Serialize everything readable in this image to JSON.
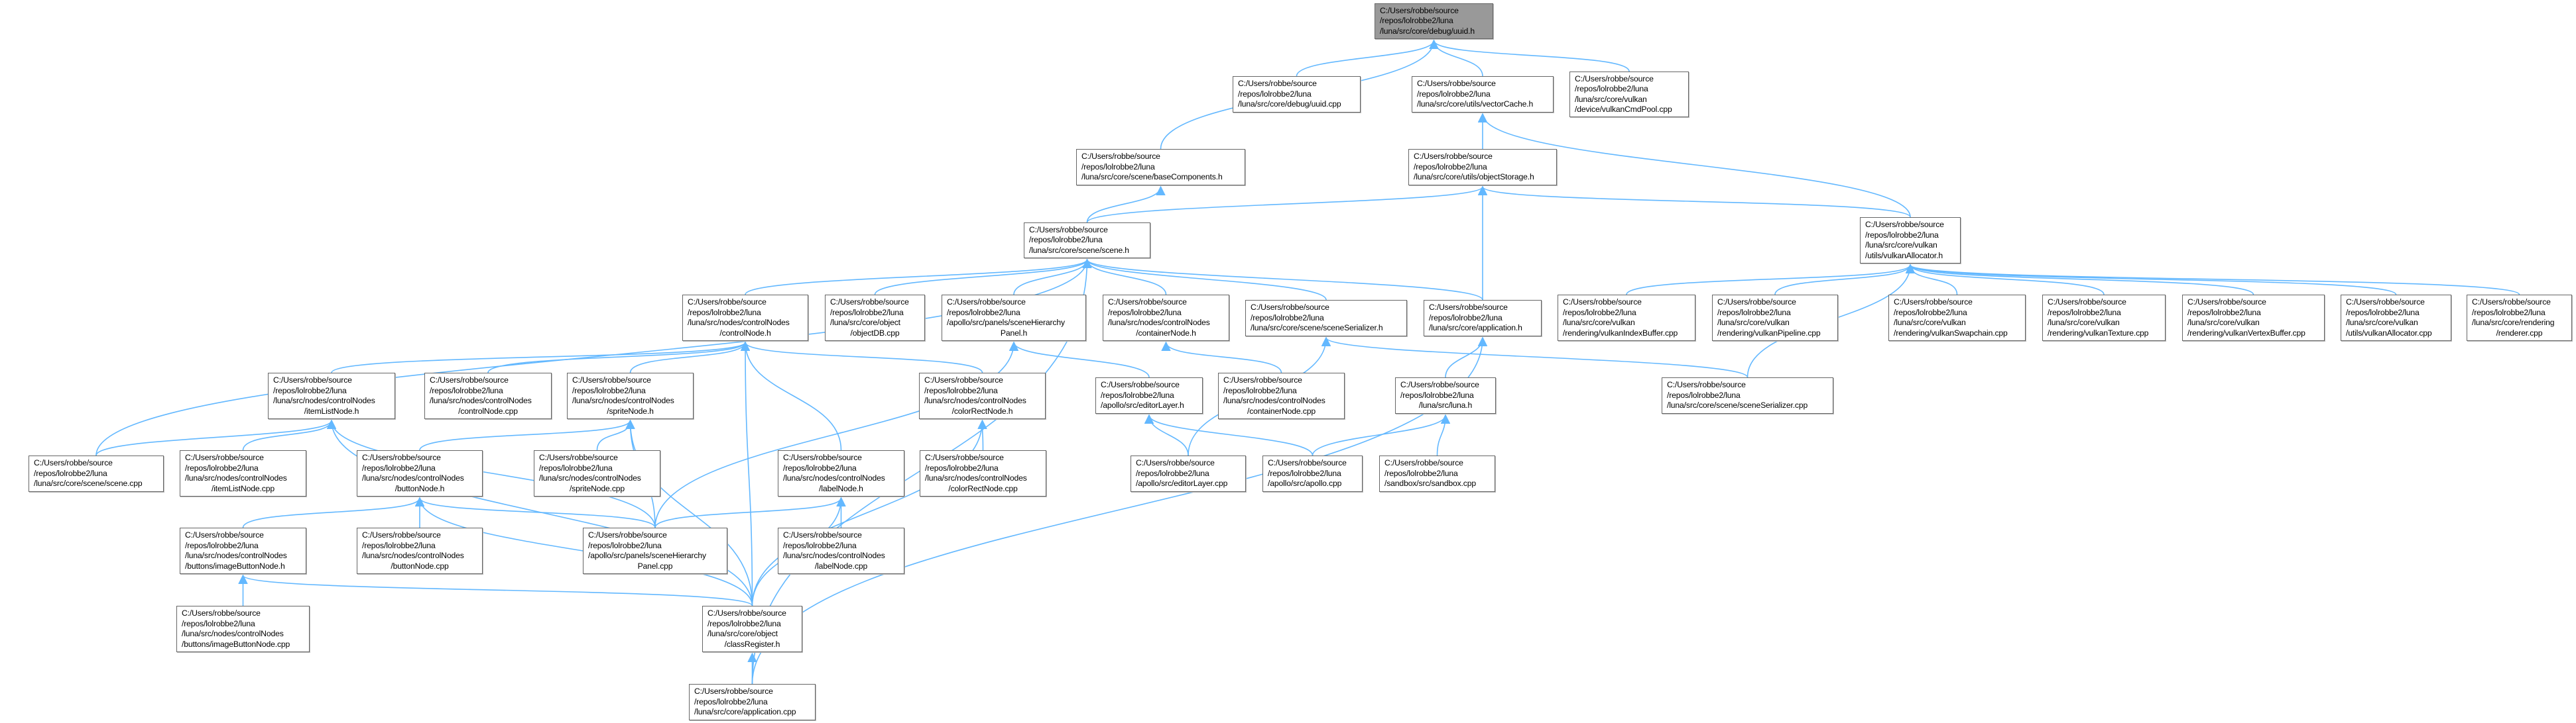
{
  "colors": {
    "edge": "#63b8ff",
    "node_border": "#666666",
    "root_fill": "#999999",
    "node_fill": "#ffffff"
  },
  "nodes": [
    {
      "id": "uuid_h",
      "root": true,
      "lines": [
        "C:/Users/robbe/source",
        "/repos/lolrobbe2/luna",
        "/luna/src/core/debug/uuid.h"
      ]
    },
    {
      "id": "uuid_cpp",
      "lines": [
        "C:/Users/robbe/source",
        "/repos/lolrobbe2/luna",
        "/luna/src/core/debug/uuid.cpp"
      ]
    },
    {
      "id": "vectorCache_h",
      "lines": [
        "C:/Users/robbe/source",
        "/repos/lolrobbe2/luna",
        "/luna/src/core/utils/vectorCache.h"
      ]
    },
    {
      "id": "vulkanCmdPool_cpp",
      "lines": [
        "C:/Users/robbe/source",
        "/repos/lolrobbe2/luna",
        "/luna/src/core/vulkan",
        "/device/vulkanCmdPool.cpp"
      ]
    },
    {
      "id": "baseComponents_h",
      "lines": [
        "C:/Users/robbe/source",
        "/repos/lolrobbe2/luna",
        "/luna/src/core/scene/baseComponents.h"
      ]
    },
    {
      "id": "objectStorage_h",
      "lines": [
        "C:/Users/robbe/source",
        "/repos/lolrobbe2/luna",
        "/luna/src/core/utils/objectStorage.h"
      ]
    },
    {
      "id": "scene_h",
      "lines": [
        "C:/Users/robbe/source",
        "/repos/lolrobbe2/luna",
        "/luna/src/core/scene/scene.h"
      ]
    },
    {
      "id": "vulkanAllocator_h",
      "lines": [
        "C:/Users/robbe/source",
        "/repos/lolrobbe2/luna",
        "/luna/src/core/vulkan",
        "/utils/vulkanAllocator.h"
      ]
    },
    {
      "id": "controlNode_h",
      "lines": [
        "C:/Users/robbe/source",
        "/repos/lolrobbe2/luna",
        "/luna/src/nodes/controlNodes",
        "/controlNode.h"
      ]
    },
    {
      "id": "objectDB_cpp",
      "lines": [
        "C:/Users/robbe/source",
        "/repos/lolrobbe2/luna",
        "/luna/src/core/object",
        "/objectDB.cpp"
      ]
    },
    {
      "id": "sceneHierarchyPanel_h",
      "lines": [
        "C:/Users/robbe/source",
        "/repos/lolrobbe2/luna",
        "/apollo/src/panels/sceneHierarchy",
        "Panel.h"
      ]
    },
    {
      "id": "containerNode_h",
      "lines": [
        "C:/Users/robbe/source",
        "/repos/lolrobbe2/luna",
        "/luna/src/nodes/controlNodes",
        "/containerNode.h"
      ]
    },
    {
      "id": "sceneSerializer_h",
      "lines": [
        "C:/Users/robbe/source",
        "/repos/lolrobbe2/luna",
        "/luna/src/core/scene/sceneSerializer.h"
      ]
    },
    {
      "id": "application_h",
      "lines": [
        "C:/Users/robbe/source",
        "/repos/lolrobbe2/luna",
        "/luna/src/core/application.h"
      ]
    },
    {
      "id": "vulkanIndexBuffer_cpp",
      "lines": [
        "C:/Users/robbe/source",
        "/repos/lolrobbe2/luna",
        "/luna/src/core/vulkan",
        "/rendering/vulkanIndexBuffer.cpp"
      ]
    },
    {
      "id": "vulkanPipeline_cpp",
      "lines": [
        "C:/Users/robbe/source",
        "/repos/lolrobbe2/luna",
        "/luna/src/core/vulkan",
        "/rendering/vulkanPipeline.cpp"
      ]
    },
    {
      "id": "vulkanSwapchain_cpp",
      "lines": [
        "C:/Users/robbe/source",
        "/repos/lolrobbe2/luna",
        "/luna/src/core/vulkan",
        "/rendering/vulkanSwapchain.cpp"
      ]
    },
    {
      "id": "vulkanTexture_cpp",
      "lines": [
        "C:/Users/robbe/source",
        "/repos/lolrobbe2/luna",
        "/luna/src/core/vulkan",
        "/rendering/vulkanTexture.cpp"
      ]
    },
    {
      "id": "vulkanVertexBuffer_cpp",
      "lines": [
        "C:/Users/robbe/source",
        "/repos/lolrobbe2/luna",
        "/luna/src/core/vulkan",
        "/rendering/vulkanVertexBuffer.cpp"
      ]
    },
    {
      "id": "vulkanAllocator_cpp",
      "lines": [
        "C:/Users/robbe/source",
        "/repos/lolrobbe2/luna",
        "/luna/src/core/vulkan",
        "/utils/vulkanAllocator.cpp"
      ]
    },
    {
      "id": "renderer_cpp",
      "lines": [
        "C:/Users/robbe/source",
        "/repos/lolrobbe2/luna",
        "/luna/src/core/rendering",
        "/renderer.cpp"
      ]
    },
    {
      "id": "itemListNode_h",
      "lines": [
        "C:/Users/robbe/source",
        "/repos/lolrobbe2/luna",
        "/luna/src/nodes/controlNodes",
        "/itemListNode.h"
      ]
    },
    {
      "id": "controlNode_cpp",
      "lines": [
        "C:/Users/robbe/source",
        "/repos/lolrobbe2/luna",
        "/luna/src/nodes/controlNodes",
        "/controlNode.cpp"
      ]
    },
    {
      "id": "spriteNode_h",
      "lines": [
        "C:/Users/robbe/source",
        "/repos/lolrobbe2/luna",
        "/luna/src/nodes/controlNodes",
        "/spriteNode.h"
      ]
    },
    {
      "id": "colorRectNode_h",
      "lines": [
        "C:/Users/robbe/source",
        "/repos/lolrobbe2/luna",
        "/luna/src/nodes/controlNodes",
        "/colorRectNode.h"
      ]
    },
    {
      "id": "editorLayer_h",
      "lines": [
        "C:/Users/robbe/source",
        "/repos/lolrobbe2/luna",
        "/apollo/src/editorLayer.h"
      ]
    },
    {
      "id": "containerNode_cpp",
      "lines": [
        "C:/Users/robbe/source",
        "/repos/lolrobbe2/luna",
        "/luna/src/nodes/controlNodes",
        "/containerNode.cpp"
      ]
    },
    {
      "id": "luna_h",
      "lines": [
        "C:/Users/robbe/source",
        "/repos/lolrobbe2/luna",
        "/luna/src/luna.h"
      ]
    },
    {
      "id": "sceneSerializer_cpp",
      "lines": [
        "C:/Users/robbe/source",
        "/repos/lolrobbe2/luna",
        "/luna/src/core/scene/sceneSerializer.cpp"
      ]
    },
    {
      "id": "scene_cpp",
      "lines": [
        "C:/Users/robbe/source",
        "/repos/lolrobbe2/luna",
        "/luna/src/core/scene/scene.cpp"
      ]
    },
    {
      "id": "itemListNode_cpp",
      "lines": [
        "C:/Users/robbe/source",
        "/repos/lolrobbe2/luna",
        "/luna/src/nodes/controlNodes",
        "/itemListNode.cpp"
      ]
    },
    {
      "id": "buttonNode_h",
      "lines": [
        "C:/Users/robbe/source",
        "/repos/lolrobbe2/luna",
        "/luna/src/nodes/controlNodes",
        "/buttonNode.h"
      ]
    },
    {
      "id": "spriteNode_cpp",
      "lines": [
        "C:/Users/robbe/source",
        "/repos/lolrobbe2/luna",
        "/luna/src/nodes/controlNodes",
        "/spriteNode.cpp"
      ]
    },
    {
      "id": "labelNode_h",
      "lines": [
        "C:/Users/robbe/source",
        "/repos/lolrobbe2/luna",
        "/luna/src/nodes/controlNodes",
        "/labelNode.h"
      ]
    },
    {
      "id": "colorRectNode_cpp",
      "lines": [
        "C:/Users/robbe/source",
        "/repos/lolrobbe2/luna",
        "/luna/src/nodes/controlNodes",
        "/colorRectNode.cpp"
      ]
    },
    {
      "id": "editorLayer_cpp",
      "lines": [
        "C:/Users/robbe/source",
        "/repos/lolrobbe2/luna",
        "/apollo/src/editorLayer.cpp"
      ]
    },
    {
      "id": "apollo_cpp",
      "lines": [
        "C:/Users/robbe/source",
        "/repos/lolrobbe2/luna",
        "/apollo/src/apollo.cpp"
      ]
    },
    {
      "id": "sandbox_cpp",
      "lines": [
        "C:/Users/robbe/source",
        "/repos/lolrobbe2/luna",
        "/sandbox/src/sandbox.cpp"
      ]
    },
    {
      "id": "imageButtonNode_h",
      "lines": [
        "C:/Users/robbe/source",
        "/repos/lolrobbe2/luna",
        "/luna/src/nodes/controlNodes",
        "/buttons/imageButtonNode.h"
      ]
    },
    {
      "id": "buttonNode_cpp",
      "lines": [
        "C:/Users/robbe/source",
        "/repos/lolrobbe2/luna",
        "/luna/src/nodes/controlNodes",
        "/buttonNode.cpp"
      ]
    },
    {
      "id": "sceneHierarchyPanel_cpp",
      "lines": [
        "C:/Users/robbe/source",
        "/repos/lolrobbe2/luna",
        "/apollo/src/panels/sceneHierarchy",
        "Panel.cpp"
      ]
    },
    {
      "id": "labelNode_cpp",
      "lines": [
        "C:/Users/robbe/source",
        "/repos/lolrobbe2/luna",
        "/luna/src/nodes/controlNodes",
        "/labelNode.cpp"
      ]
    },
    {
      "id": "imageButtonNode_cpp",
      "lines": [
        "C:/Users/robbe/source",
        "/repos/lolrobbe2/luna",
        "/luna/src/nodes/controlNodes",
        "/buttons/imageButtonNode.cpp"
      ]
    },
    {
      "id": "classRegister_h",
      "lines": [
        "C:/Users/robbe/source",
        "/repos/lolrobbe2/luna",
        "/luna/src/core/object",
        "/classRegister.h"
      ]
    },
    {
      "id": "application_cpp",
      "lines": [
        "C:/Users/robbe/source",
        "/repos/lolrobbe2/luna",
        "/luna/src/core/application.cpp"
      ]
    }
  ],
  "edges": [
    [
      "uuid_cpp",
      "uuid_h"
    ],
    [
      "baseComponents_h",
      "uuid_h"
    ],
    [
      "vectorCache_h",
      "uuid_h"
    ],
    [
      "vulkanCmdPool_cpp",
      "uuid_h"
    ],
    [
      "objectStorage_h",
      "vectorCache_h"
    ],
    [
      "vulkanAllocator_h",
      "vectorCache_h"
    ],
    [
      "scene_h",
      "objectStorage_h"
    ],
    [
      "application_h",
      "objectStorage_h"
    ],
    [
      "vulkanAllocator_h",
      "objectStorage_h"
    ],
    [
      "scene_h",
      "baseComponents_h"
    ],
    [
      "controlNode_h",
      "scene_h"
    ],
    [
      "objectDB_cpp",
      "scene_h"
    ],
    [
      "sceneHierarchyPanel_h",
      "scene_h"
    ],
    [
      "containerNode_h",
      "scene_h"
    ],
    [
      "sceneSerializer_h",
      "scene_h"
    ],
    [
      "application_h",
      "scene_h"
    ],
    [
      "scene_cpp",
      "scene_h"
    ],
    [
      "application_cpp",
      "scene_h"
    ],
    [
      "itemListNode_h",
      "controlNode_h"
    ],
    [
      "controlNode_cpp",
      "controlNode_h"
    ],
    [
      "spriteNode_h",
      "controlNode_h"
    ],
    [
      "labelNode_h",
      "controlNode_h"
    ],
    [
      "colorRectNode_h",
      "controlNode_h"
    ],
    [
      "classRegister_h",
      "controlNode_h"
    ],
    [
      "scene_cpp",
      "itemListNode_h"
    ],
    [
      "itemListNode_cpp",
      "itemListNode_h"
    ],
    [
      "classRegister_h",
      "itemListNode_h"
    ],
    [
      "sceneHierarchyPanel_cpp",
      "itemListNode_h"
    ],
    [
      "buttonNode_h",
      "spriteNode_h"
    ],
    [
      "spriteNode_cpp",
      "spriteNode_h"
    ],
    [
      "sceneHierarchyPanel_cpp",
      "spriteNode_h"
    ],
    [
      "classRegister_h",
      "spriteNode_h"
    ],
    [
      "imageButtonNode_h",
      "buttonNode_h"
    ],
    [
      "buttonNode_cpp",
      "buttonNode_h"
    ],
    [
      "sceneHierarchyPanel_cpp",
      "buttonNode_h"
    ],
    [
      "classRegister_h",
      "buttonNode_h"
    ],
    [
      "imageButtonNode_cpp",
      "imageButtonNode_h"
    ],
    [
      "classRegister_h",
      "imageButtonNode_h"
    ],
    [
      "sceneHierarchyPanel_cpp",
      "sceneHierarchyPanel_h"
    ],
    [
      "editorLayer_h",
      "sceneHierarchyPanel_h"
    ],
    [
      "sceneHierarchyPanel_cpp",
      "labelNode_h"
    ],
    [
      "labelNode_cpp",
      "labelNode_h"
    ],
    [
      "classRegister_h",
      "labelNode_h"
    ],
    [
      "colorRectNode_cpp",
      "colorRectNode_h"
    ],
    [
      "classRegister_h",
      "colorRectNode_h"
    ],
    [
      "containerNode_cpp",
      "containerNode_h"
    ],
    [
      "editorLayer_cpp",
      "editorLayer_h"
    ],
    [
      "apollo_cpp",
      "editorLayer_h"
    ],
    [
      "editorLayer_cpp",
      "sceneSerializer_h"
    ],
    [
      "sceneSerializer_cpp",
      "sceneSerializer_h"
    ],
    [
      "luna_h",
      "application_h"
    ],
    [
      "application_cpp",
      "application_h"
    ],
    [
      "apollo_cpp",
      "luna_h"
    ],
    [
      "sandbox_cpp",
      "luna_h"
    ],
    [
      "application_cpp",
      "classRegister_h"
    ],
    [
      "vulkanIndexBuffer_cpp",
      "vulkanAllocator_h"
    ],
    [
      "vulkanPipeline_cpp",
      "vulkanAllocator_h"
    ],
    [
      "sceneSerializer_cpp",
      "vulkanAllocator_h"
    ],
    [
      "vulkanSwapchain_cpp",
      "vulkanAllocator_h"
    ],
    [
      "vulkanTexture_cpp",
      "vulkanAllocator_h"
    ],
    [
      "vulkanVertexBuffer_cpp",
      "vulkanAllocator_h"
    ],
    [
      "vulkanAllocator_cpp",
      "vulkanAllocator_h"
    ],
    [
      "renderer_cpp",
      "vulkanAllocator_h"
    ]
  ]
}
